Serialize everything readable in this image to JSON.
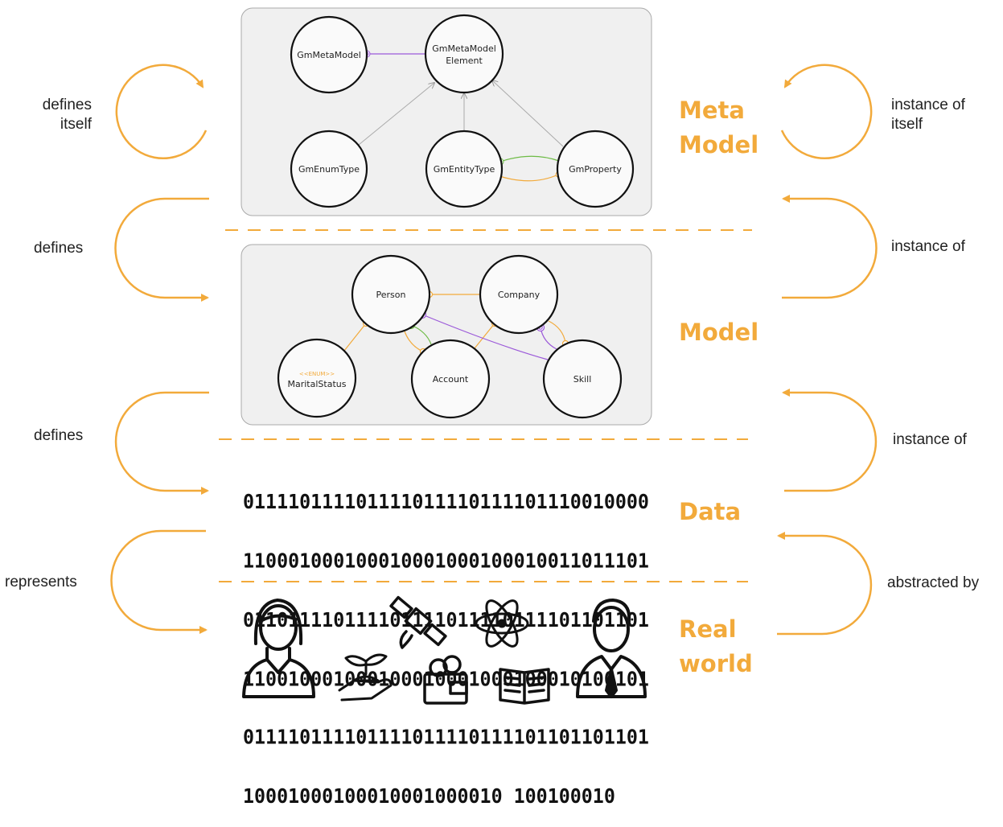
{
  "colors": {
    "accent": "#F2AA3B",
    "purple": "#9B59D9",
    "green": "#6DBB45",
    "orange_link": "#F2AA3B",
    "box_fill": "#F0F0F0"
  },
  "left_labels": [
    {
      "lines": [
        "defines",
        "itself"
      ]
    },
    {
      "lines": [
        "defines"
      ]
    },
    {
      "lines": [
        "defines"
      ]
    },
    {
      "lines": [
        "represents"
      ]
    }
  ],
  "right_labels": [
    {
      "lines": [
        "instance of",
        "itself"
      ]
    },
    {
      "lines": [
        "instance of"
      ]
    },
    {
      "lines": [
        "instance of"
      ]
    },
    {
      "lines": [
        "abstracted by"
      ]
    }
  ],
  "layers": [
    {
      "lines": [
        "Meta",
        "Model"
      ]
    },
    {
      "lines": [
        "Model"
      ]
    },
    {
      "lines": [
        "Data"
      ]
    },
    {
      "lines": [
        "Real",
        "world"
      ]
    }
  ],
  "meta_model": {
    "nodes": [
      {
        "lines": [
          "GmMetaModel"
        ]
      },
      {
        "lines": [
          "GmMetaModel",
          "Element"
        ]
      },
      {
        "lines": [
          "GmEnumType"
        ]
      },
      {
        "lines": [
          "GmEntityType"
        ]
      },
      {
        "lines": [
          "GmProperty"
        ]
      }
    ]
  },
  "model": {
    "nodes": [
      {
        "lines": [
          "Person"
        ]
      },
      {
        "lines": [
          "Company"
        ]
      },
      {
        "stereotype": "<<ENUM>>",
        "lines": [
          "MaritalStatus"
        ]
      },
      {
        "lines": [
          "Account"
        ]
      },
      {
        "lines": [
          "Skill"
        ]
      }
    ]
  },
  "data": {
    "binary": [
      "011110111101111011110111101110010000",
      "110001000100010001000100010011011101",
      "011011110111101111011110111101101101",
      "110010001000100010001000100010100101",
      "011110111101111011110111101101101101",
      "10001000100010001000010 100100010"
    ]
  },
  "real_world": {
    "icons": [
      "woman-icon",
      "satellite-icon",
      "atom-icon",
      "plant-in-hand-icon",
      "wallet-coins-icon",
      "book-icon",
      "businessman-icon"
    ]
  }
}
